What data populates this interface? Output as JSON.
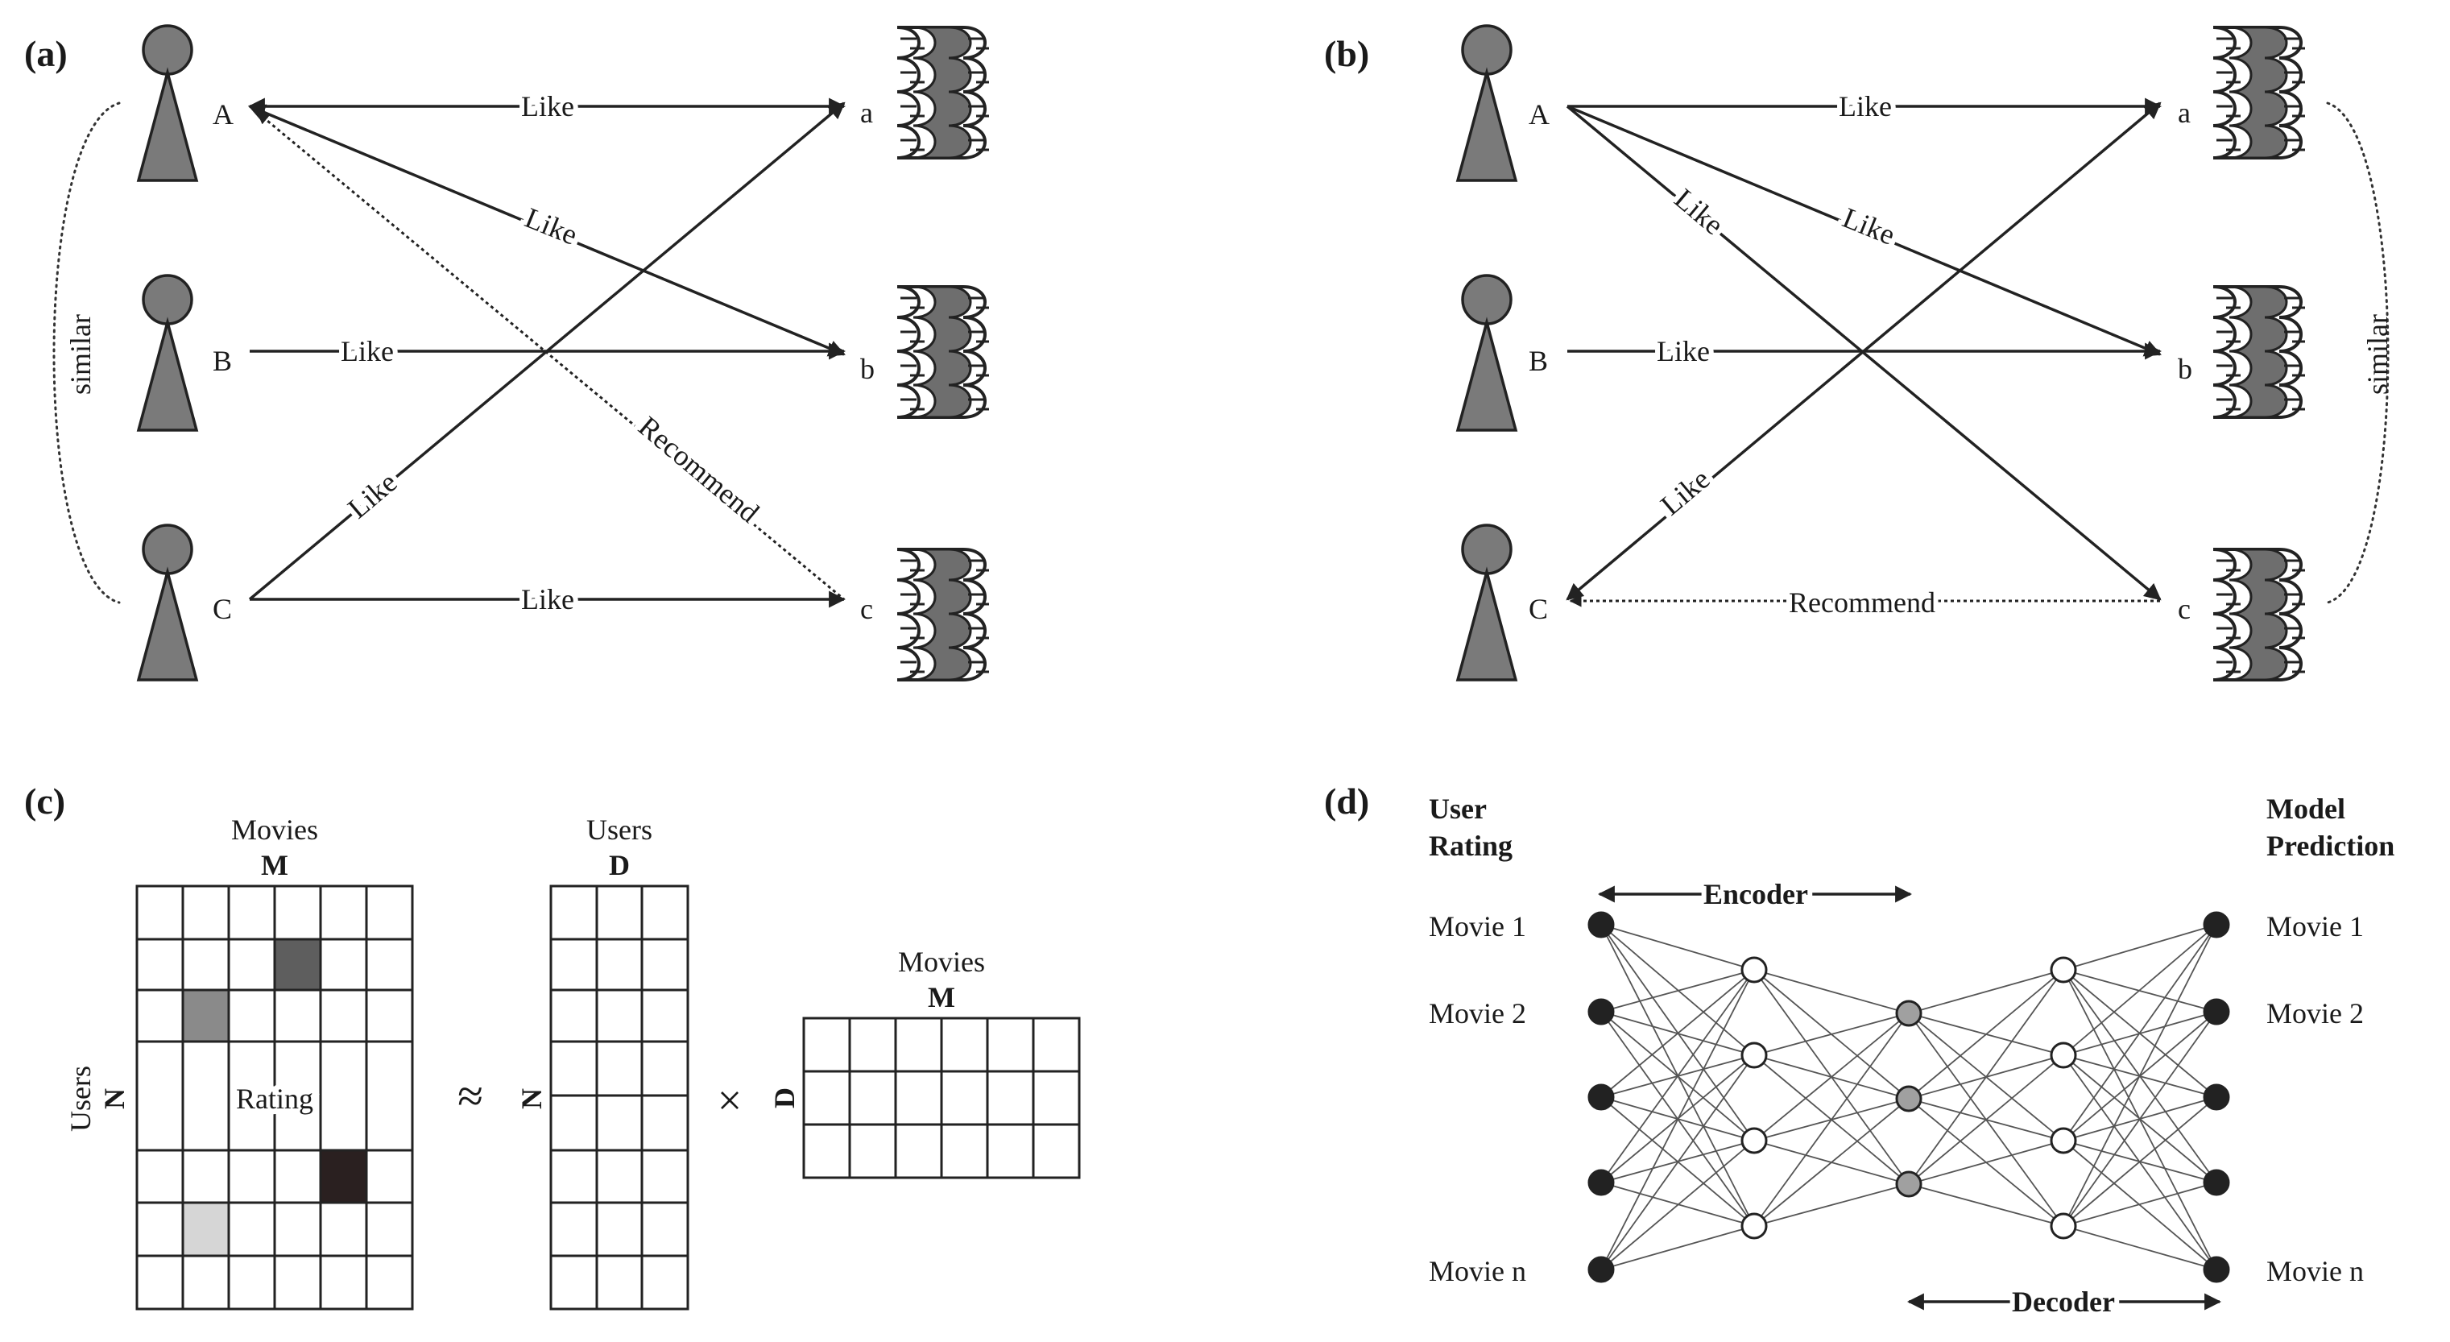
{
  "panels": {
    "a": {
      "label": "(a)",
      "users": [
        "A",
        "B",
        "C"
      ],
      "movies": [
        "a",
        "b",
        "c"
      ],
      "similar_label": "similar",
      "edges": [
        {
          "label": "Like"
        },
        {
          "label": "Like"
        },
        {
          "label": "Like"
        },
        {
          "label": "Like"
        },
        {
          "label": "Like"
        },
        {
          "label": "Recommend"
        }
      ]
    },
    "b": {
      "label": "(b)",
      "users": [
        "A",
        "B",
        "C"
      ],
      "movies": [
        "a",
        "b",
        "c"
      ],
      "similar_label": "similar",
      "edges": [
        {
          "label": "Like"
        },
        {
          "label": "Like"
        },
        {
          "label": "Like"
        },
        {
          "label": "Like"
        },
        {
          "label": "Like"
        },
        {
          "label": "Recommend"
        }
      ]
    },
    "c": {
      "label": "(c)",
      "rating_matrix": {
        "col_title": "Movies",
        "col_dim": "M",
        "row_title": "Users",
        "row_dim": "N",
        "cell_label": "Rating"
      },
      "approx_symbol": "≈",
      "user_matrix": {
        "col_title": "Users",
        "col_dim": "D",
        "row_dim": "N"
      },
      "times_symbol": "×",
      "movie_matrix": {
        "col_title": "Movies",
        "col_dim": "M",
        "row_dim": "D"
      }
    },
    "d": {
      "label": "(d)",
      "input_title_1": "User",
      "input_title_2": "Rating",
      "output_title_1": "Model",
      "output_title_2": "Prediction",
      "encoder_label": "Encoder",
      "decoder_label": "Decoder",
      "input_items": [
        "Movie 1",
        "Movie 2",
        "Movie n"
      ],
      "output_items": [
        "Movie 1",
        "Movie 2",
        "Movie n"
      ],
      "node_colors": {
        "input": "#222222",
        "hidden": "#ffffff",
        "latent": "#a0a0a0",
        "output": "#222222"
      }
    }
  }
}
